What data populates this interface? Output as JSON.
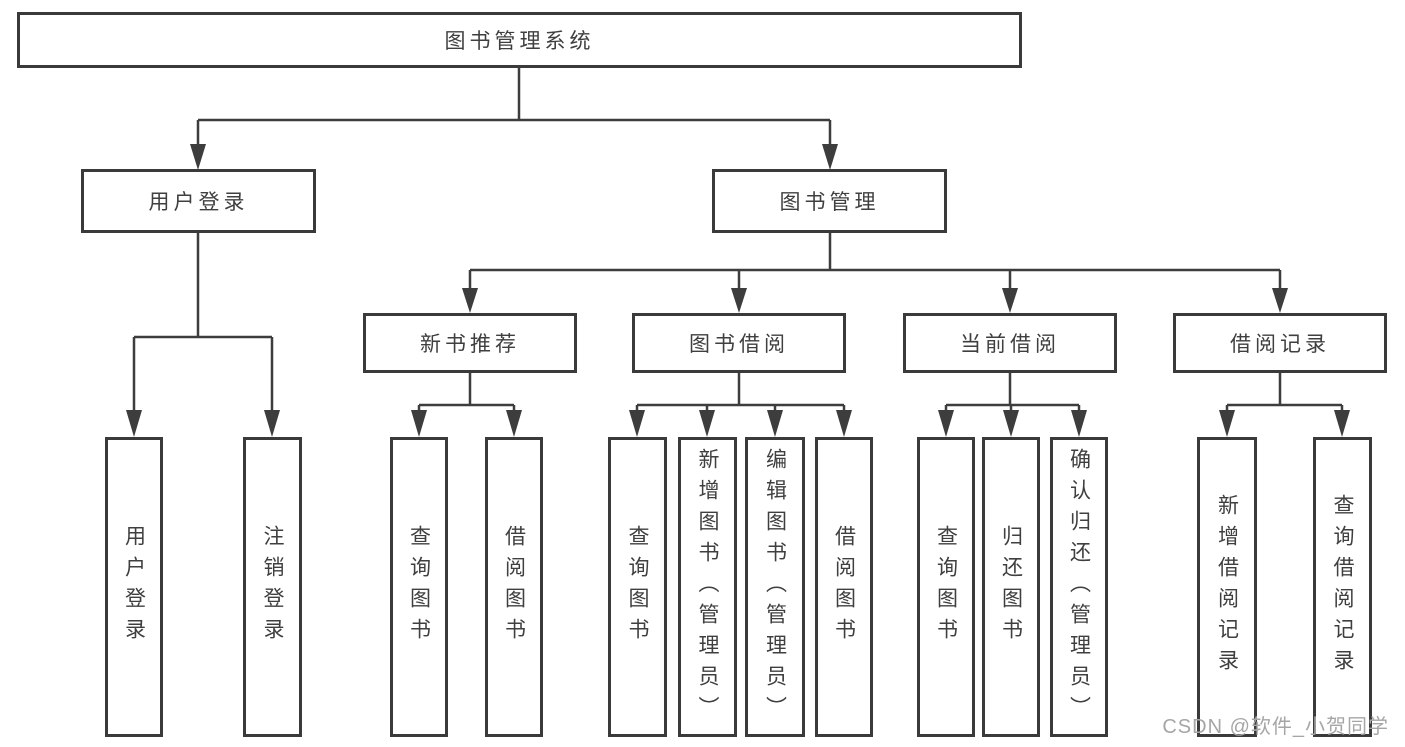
{
  "tree": {
    "label": "图书管理系统",
    "children": [
      {
        "label": "用户登录",
        "children": [
          {
            "label": "用户登录"
          },
          {
            "label": "注销登录"
          }
        ]
      },
      {
        "label": "图书管理",
        "children": [
          {
            "label": "新书推荐",
            "children": [
              {
                "label": "查询图书"
              },
              {
                "label": "借阅图书"
              }
            ]
          },
          {
            "label": "图书借阅",
            "children": [
              {
                "label": "查询图书"
              },
              {
                "label": "新增图书（管理员）"
              },
              {
                "label": "编辑图书（管理员）"
              },
              {
                "label": "借阅图书"
              }
            ]
          },
          {
            "label": "当前借阅",
            "children": [
              {
                "label": "查询图书"
              },
              {
                "label": "归还图书"
              },
              {
                "label": "确认归还（管理员）"
              }
            ]
          },
          {
            "label": "借阅记录",
            "children": [
              {
                "label": "新增借阅记录"
              },
              {
                "label": "查询借阅记录"
              }
            ]
          }
        ]
      }
    ]
  },
  "watermark": {
    "text": "CSDN @软件_小贺同学"
  },
  "colors": {
    "line": "#3d3d3d",
    "border": "#3a3a3a",
    "text": "#3f3f3f",
    "box_background": "#ffffff",
    "page_background": "#ffffff",
    "watermark": "#a6a6a6"
  }
}
